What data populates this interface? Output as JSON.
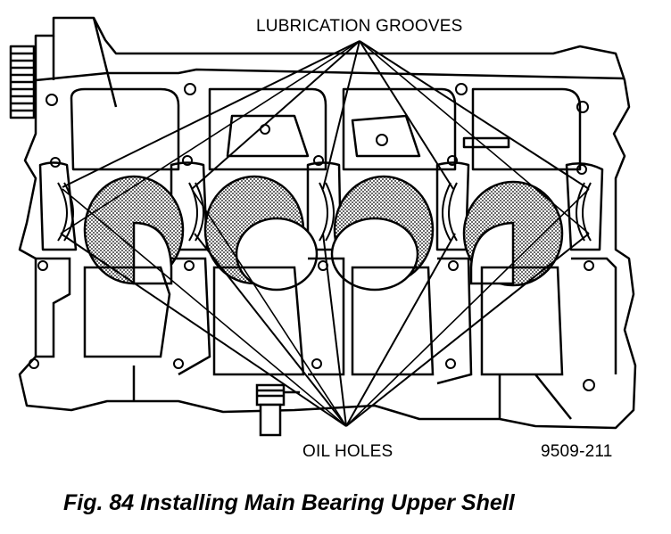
{
  "figure": {
    "callout_top": "LUBRICATION GROOVES",
    "callout_bottom": "OIL HOLES",
    "part_number": "9509-211",
    "caption": "Fig. 84 Installing Main Bearing Upper Shell"
  },
  "colors": {
    "ink": "#000000",
    "paper": "#ffffff"
  }
}
